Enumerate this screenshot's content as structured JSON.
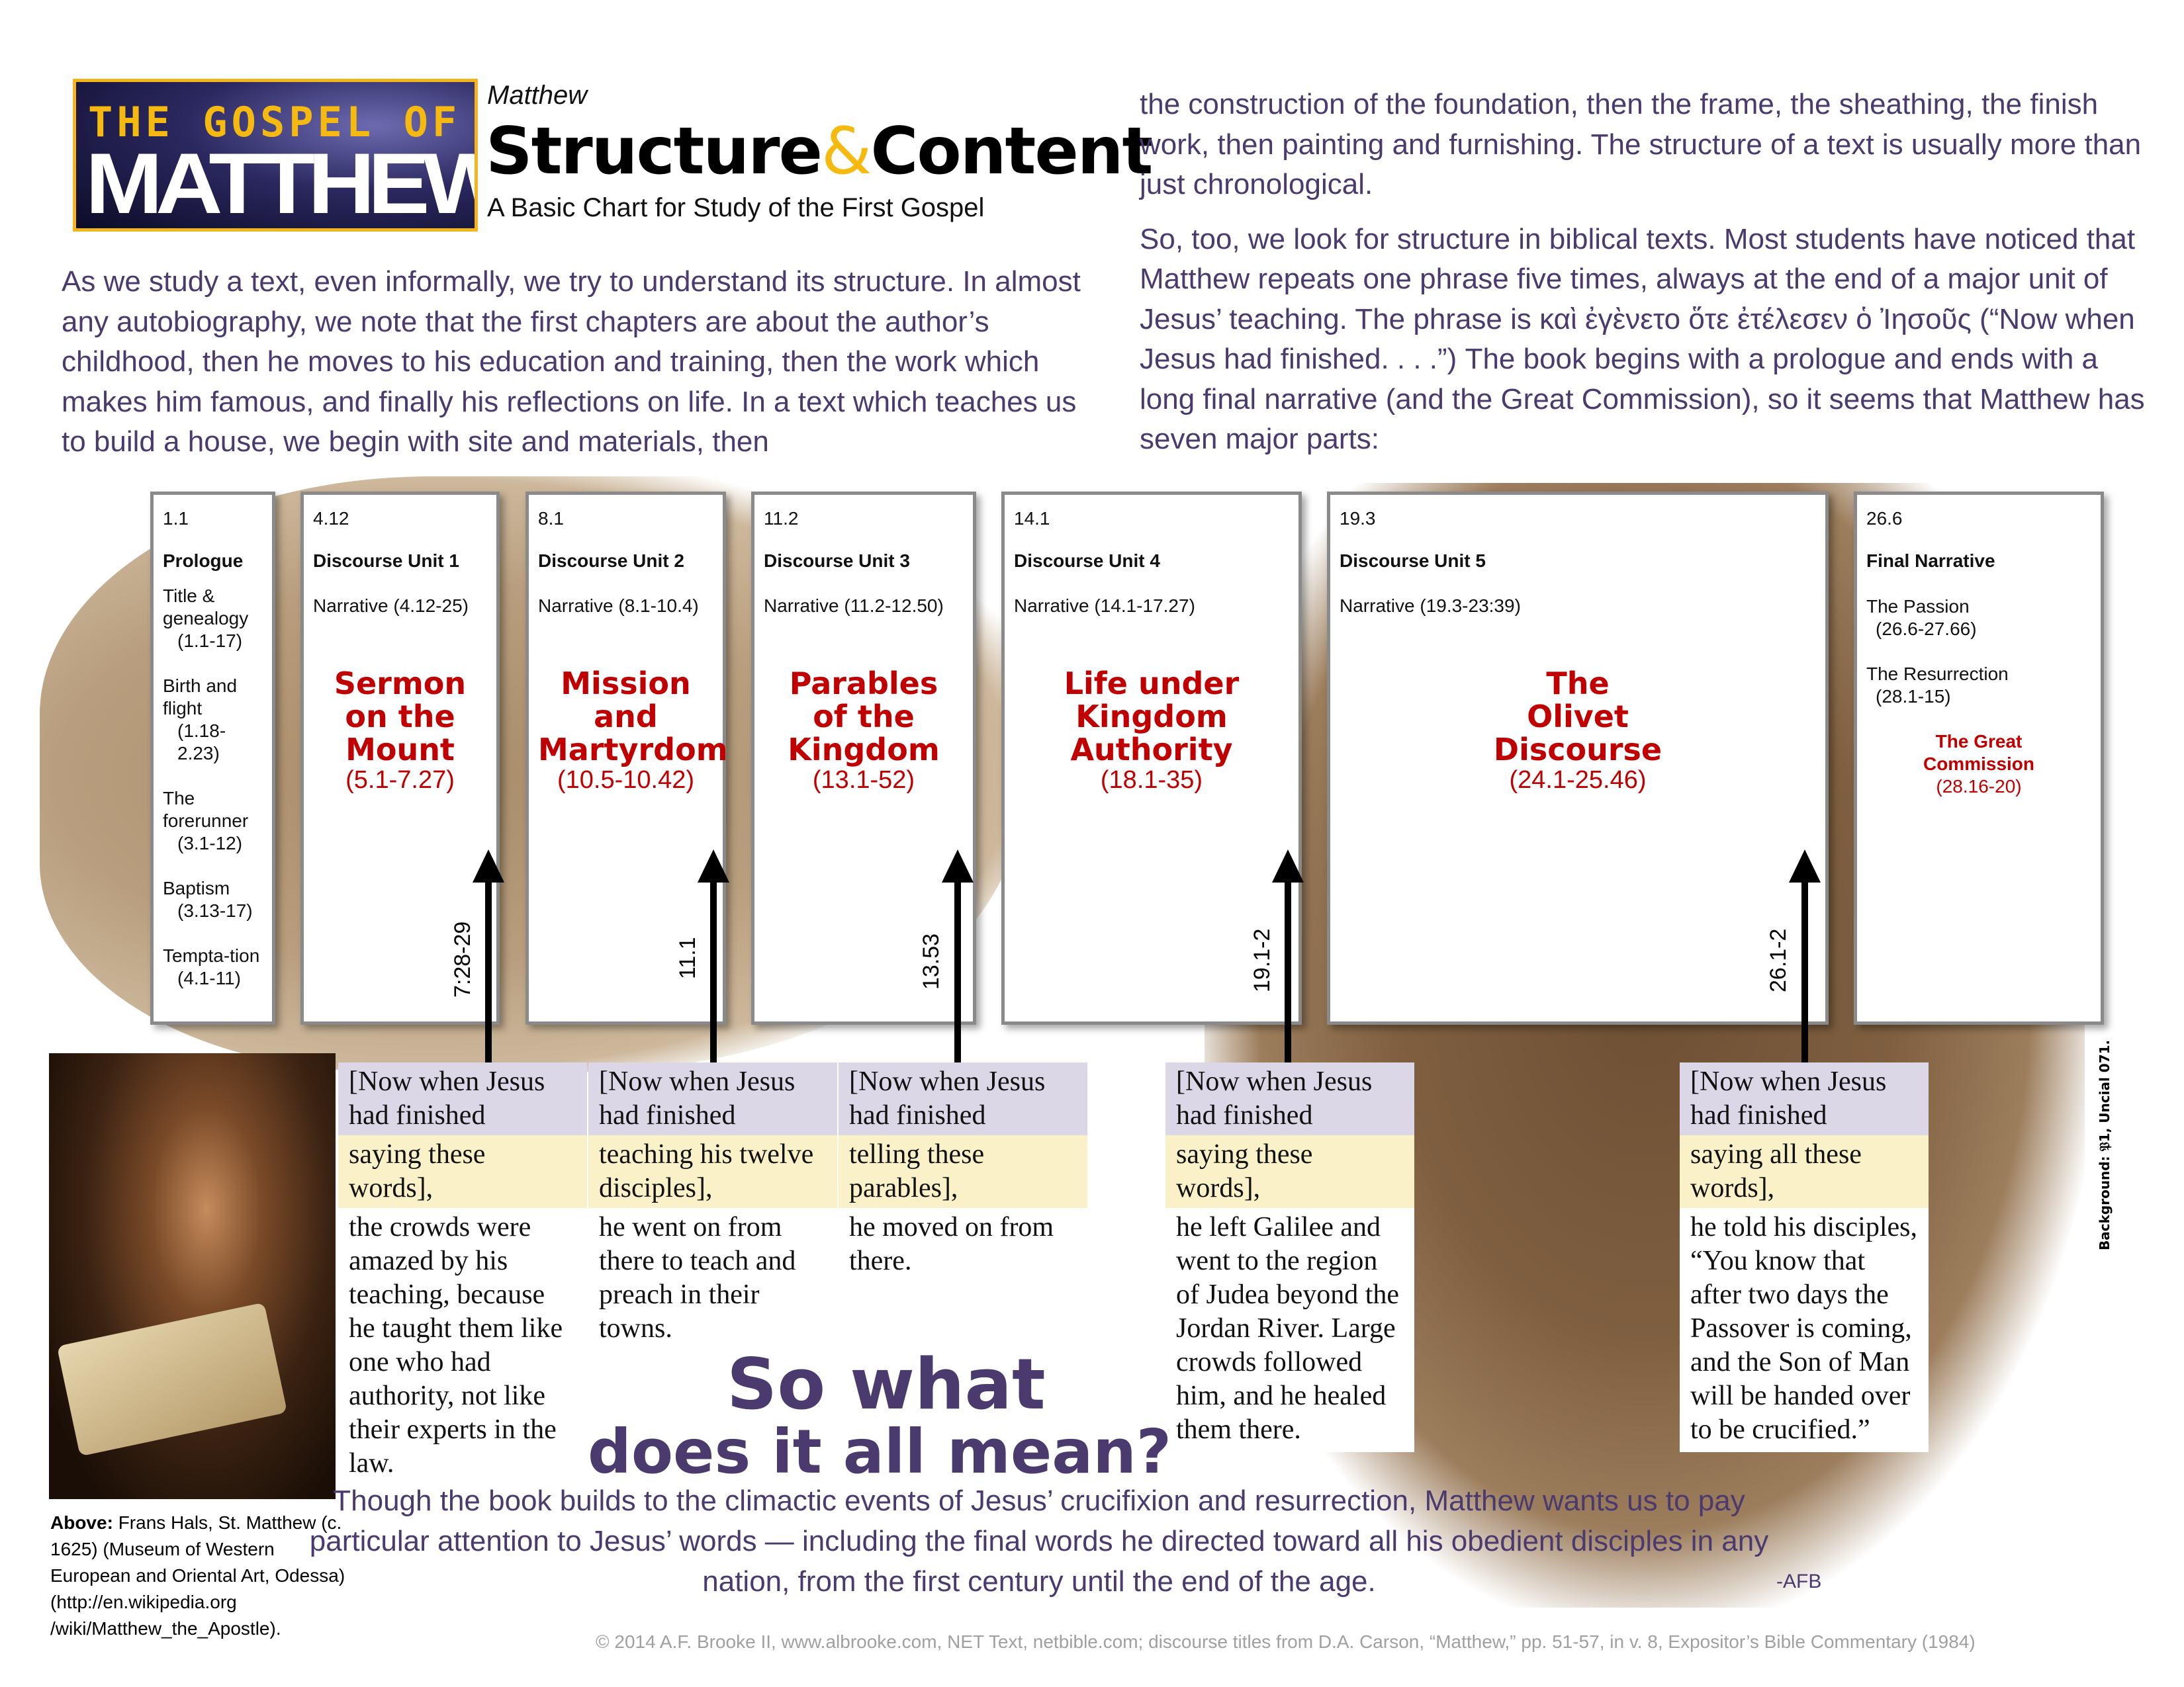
{
  "header": {
    "logo_text_top": "THE GOSPEL OF",
    "logo_text_bottom": "MATTHEW",
    "kicker": "Matthew",
    "title_part1": "Structure",
    "title_amp": "&",
    "title_part2": "Content",
    "subtitle": "A Basic Chart for Study of the First Gospel"
  },
  "intro": {
    "left_paragraph": "As we study a text, even informally, we try to understand its structure.  In almost any autobiography, we note that the first chapters are about the author’s childhood, then he moves to his education and training, then the work which makes him famous, and finally his reflections on life.  In a text which teaches us to build a house, we begin with site and materials,  then",
    "right_paragraph_1": "the construction of the foundation, then the frame, the sheathing, the finish work, then painting and furnishing.  The structure of a text is usually more than just chronological.",
    "right_paragraph_2": "So, too, we look for structure in biblical texts.  Most students have noticed that Matthew repeats one phrase five times, always at the end of a major unit of Jesus’ teaching.  The phrase is καὶ ἐγὲνετο ὅτε ἐτέλεσεν ὁ Ἰησοῦς (“Now when Jesus had finished. . . .”)  The book begins with a prologue and ends with a long final narrative (and the Great Commission), so it seems that Matthew has seven major parts:"
  },
  "prologue": {
    "ref": "1.1",
    "name": "Prologue",
    "items": [
      {
        "label": "Title & genealogy",
        "ref": "(1.1-17)"
      },
      {
        "label": "Birth and flight",
        "ref": "(1.18-2.23)"
      },
      {
        "label": "The forerunner",
        "ref": "(3.1-12)"
      },
      {
        "label": "Baptism",
        "ref": "(3.13-17)"
      },
      {
        "label": "Tempta-tion",
        "ref": "(4.1-11)"
      }
    ]
  },
  "units": [
    {
      "ref": "4.12",
      "name": "Discourse Unit 1",
      "narrative": "Narrative (4.12-25)",
      "title_lines": [
        "Sermon",
        "on the",
        "Mount"
      ],
      "discourse_ref": "(5.1-7.27)",
      "arrow_label": "7:28-29"
    },
    {
      "ref": "8.1",
      "name": "Discourse Unit 2",
      "narrative": "Narrative (8.1-10.4)",
      "title_lines": [
        "Mission",
        "and",
        "Martyrdom"
      ],
      "discourse_ref": "(10.5-10.42)",
      "arrow_label": "11.1"
    },
    {
      "ref": "11.2",
      "name": "Discourse Unit 3",
      "narrative": "Narrative (11.2-12.50)",
      "title_lines": [
        "Parables",
        "of the",
        "Kingdom"
      ],
      "discourse_ref": "(13.1-52)",
      "arrow_label": "13.53"
    },
    {
      "ref": "14.1",
      "name": "Discourse Unit 4",
      "narrative": "Narrative (14.1-17.27)",
      "title_lines": [
        "Life under",
        "Kingdom",
        "Authority"
      ],
      "discourse_ref": "(18.1-35)",
      "arrow_label": "19.1-2"
    },
    {
      "ref": "19.3",
      "name": "Discourse Unit 5",
      "narrative": "Narrative (19.3-23:39)",
      "title_lines": [
        "The",
        "Olivet",
        "Discourse"
      ],
      "discourse_ref": "(24.1-25.46)",
      "arrow_label": "26.1-2"
    }
  ],
  "final": {
    "ref": "26.6",
    "name": "Final Narrative",
    "items": [
      {
        "label": "The Passion",
        "ref": "(26.6-27.66)"
      },
      {
        "label": "The Resurrection",
        "ref": "(28.1-15)"
      }
    ],
    "commission_label": "The Great Commission",
    "commission_ref": "(28.16-20)"
  },
  "quotes": [
    {
      "finished": "[Now when Jesus had finished",
      "what": "saying these words],",
      "rest": "the crowds were amazed by his teaching, because he taught them like one who had authority, not like their experts in the law."
    },
    {
      "finished": "[Now when Jesus had finished",
      "what": "teaching his twelve disciples],",
      "rest": "he went on from there to teach and preach in their towns."
    },
    {
      "finished": "[Now when Jesus had finished",
      "what": "telling these parables],",
      "rest": "he moved on from there."
    },
    {
      "finished": "[Now when Jesus had finished",
      "what": "saying these words],",
      "rest": "he left Galilee and went to the region of Judea beyond the Jordan River. Large crowds followed him, and he healed them there."
    },
    {
      "finished": "[Now when Jesus had finished",
      "what": "saying all these words],",
      "rest": "he told his disciples, “You know that after two days the Passover is coming, and the Son of Man will be handed over to be crucified.”"
    }
  ],
  "caption": {
    "label": "Above:",
    "text": "Frans Hals, St. Matthew (c. 1625) (Museum of Western European and Oriental Art, Odessa) (http://en.wikipedia.org /wiki/Matthew_the_Apostle)."
  },
  "closing": {
    "heading_line1": "So what",
    "heading_line2": "does it all mean?",
    "text": "Though the book builds to the climactic events of Jesus’ crucifixion and resurrection, Matthew wants us to pay particular attention to Jesus’ words — including the final words he directed toward all his obedient disciples in any nation, from the first century until the end of the age.",
    "signature": "-AFB"
  },
  "background_note": "Background: 𝔓1, Uncial 071.",
  "footer": "© 2014 A.F. Brooke II, www.albrooke.com, NET Text, netbible.com; discourse titles from D.A. Carson, “Matthew,” pp. 51-57, in v. 8, Expositor’s Bible Commentary (1984)",
  "colors": {
    "accent_purple": "#4b3a6e",
    "discourse_red": "#c00000",
    "logo_gold": "#f5b90f",
    "finished_band": "#dcd7e6",
    "phrase_band": "#fbf1c8"
  }
}
